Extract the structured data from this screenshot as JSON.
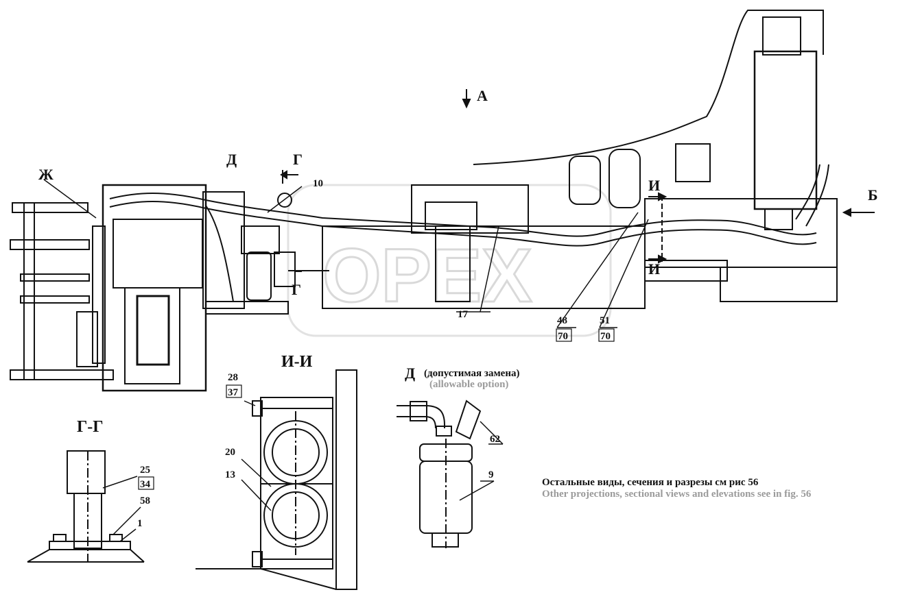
{
  "view_labels": {
    "A": "А",
    "B": "Б",
    "G": "Г",
    "D": "Д",
    "ZH": "Ж",
    "I": "И"
  },
  "sections": {
    "gg": "Г-Г",
    "ii": "И-И"
  },
  "option": {
    "letter": "Д",
    "ru": "(допустимая замена)",
    "en": "(allowable option)"
  },
  "parts": {
    "p10": "10",
    "p17": "17",
    "p48": "48",
    "p51": "51",
    "p70a": "70",
    "p70b": "70",
    "p28": "28",
    "p37": "37",
    "p20": "20",
    "p13": "13",
    "p25": "25",
    "p34": "34",
    "p58": "58",
    "p1": "1",
    "p62": "62",
    "p9": "9"
  },
  "note": {
    "ru": "Остальные виды, сечения и разрезы см рис 56",
    "en": "Other projections, sectional views and elevations see in fig. 56"
  },
  "watermark": "OPEX"
}
